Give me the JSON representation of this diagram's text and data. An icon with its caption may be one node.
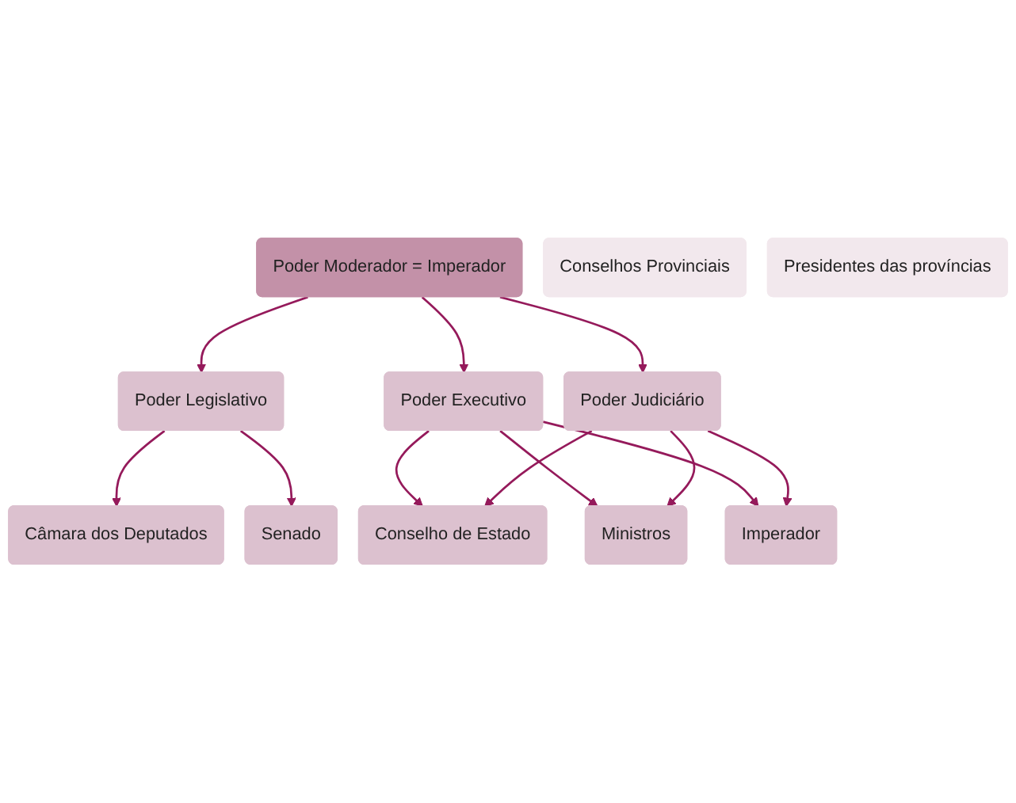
{
  "diagram": {
    "nodes": [
      {
        "text": [
          "Poder Moderador = Imperador"
        ]
      },
      {
        "text": [
          "Poder Legislativo"
        ]
      },
      {
        "text": [
          "Poder Executivo"
        ]
      },
      {
        "text": [
          "Poder Judiciário"
        ]
      },
      {
        "text": [
          "Câmara dos Deputados"
        ]
      },
      {
        "text": [
          "Senado"
        ]
      },
      {
        "text": [
          "Conselho de Estado"
        ]
      },
      {
        "text": [
          "Ministros"
        ]
      },
      {
        "text": [
          "Imperador"
        ]
      },
      {
        "text": [
          "Conselhos Provinciais"
        ]
      },
      {
        "text": [
          "Presidentes das províncias"
        ]
      }
    ],
    "edges": [
      {
        "from": 0,
        "to": 1,
        "arrow": "to"
      },
      {
        "from": 0,
        "to": 2,
        "arrow": "to"
      },
      {
        "from": 0,
        "to": 3,
        "arrow": "to"
      },
      {
        "from": 1,
        "to": 4,
        "arrow": "to"
      },
      {
        "from": 1,
        "to": 5,
        "arrow": "to"
      },
      {
        "from": 2,
        "to": 6,
        "arrow": "to"
      },
      {
        "from": 2,
        "to": 7,
        "arrow": "to"
      },
      {
        "from": 2,
        "to": 8,
        "arrow": "to"
      },
      {
        "from": 3,
        "to": 6,
        "arrow": "to"
      },
      {
        "from": 3,
        "to": 7,
        "arrow": "to"
      },
      {
        "from": 3,
        "to": 8,
        "arrow": "to"
      }
    ]
  }
}
